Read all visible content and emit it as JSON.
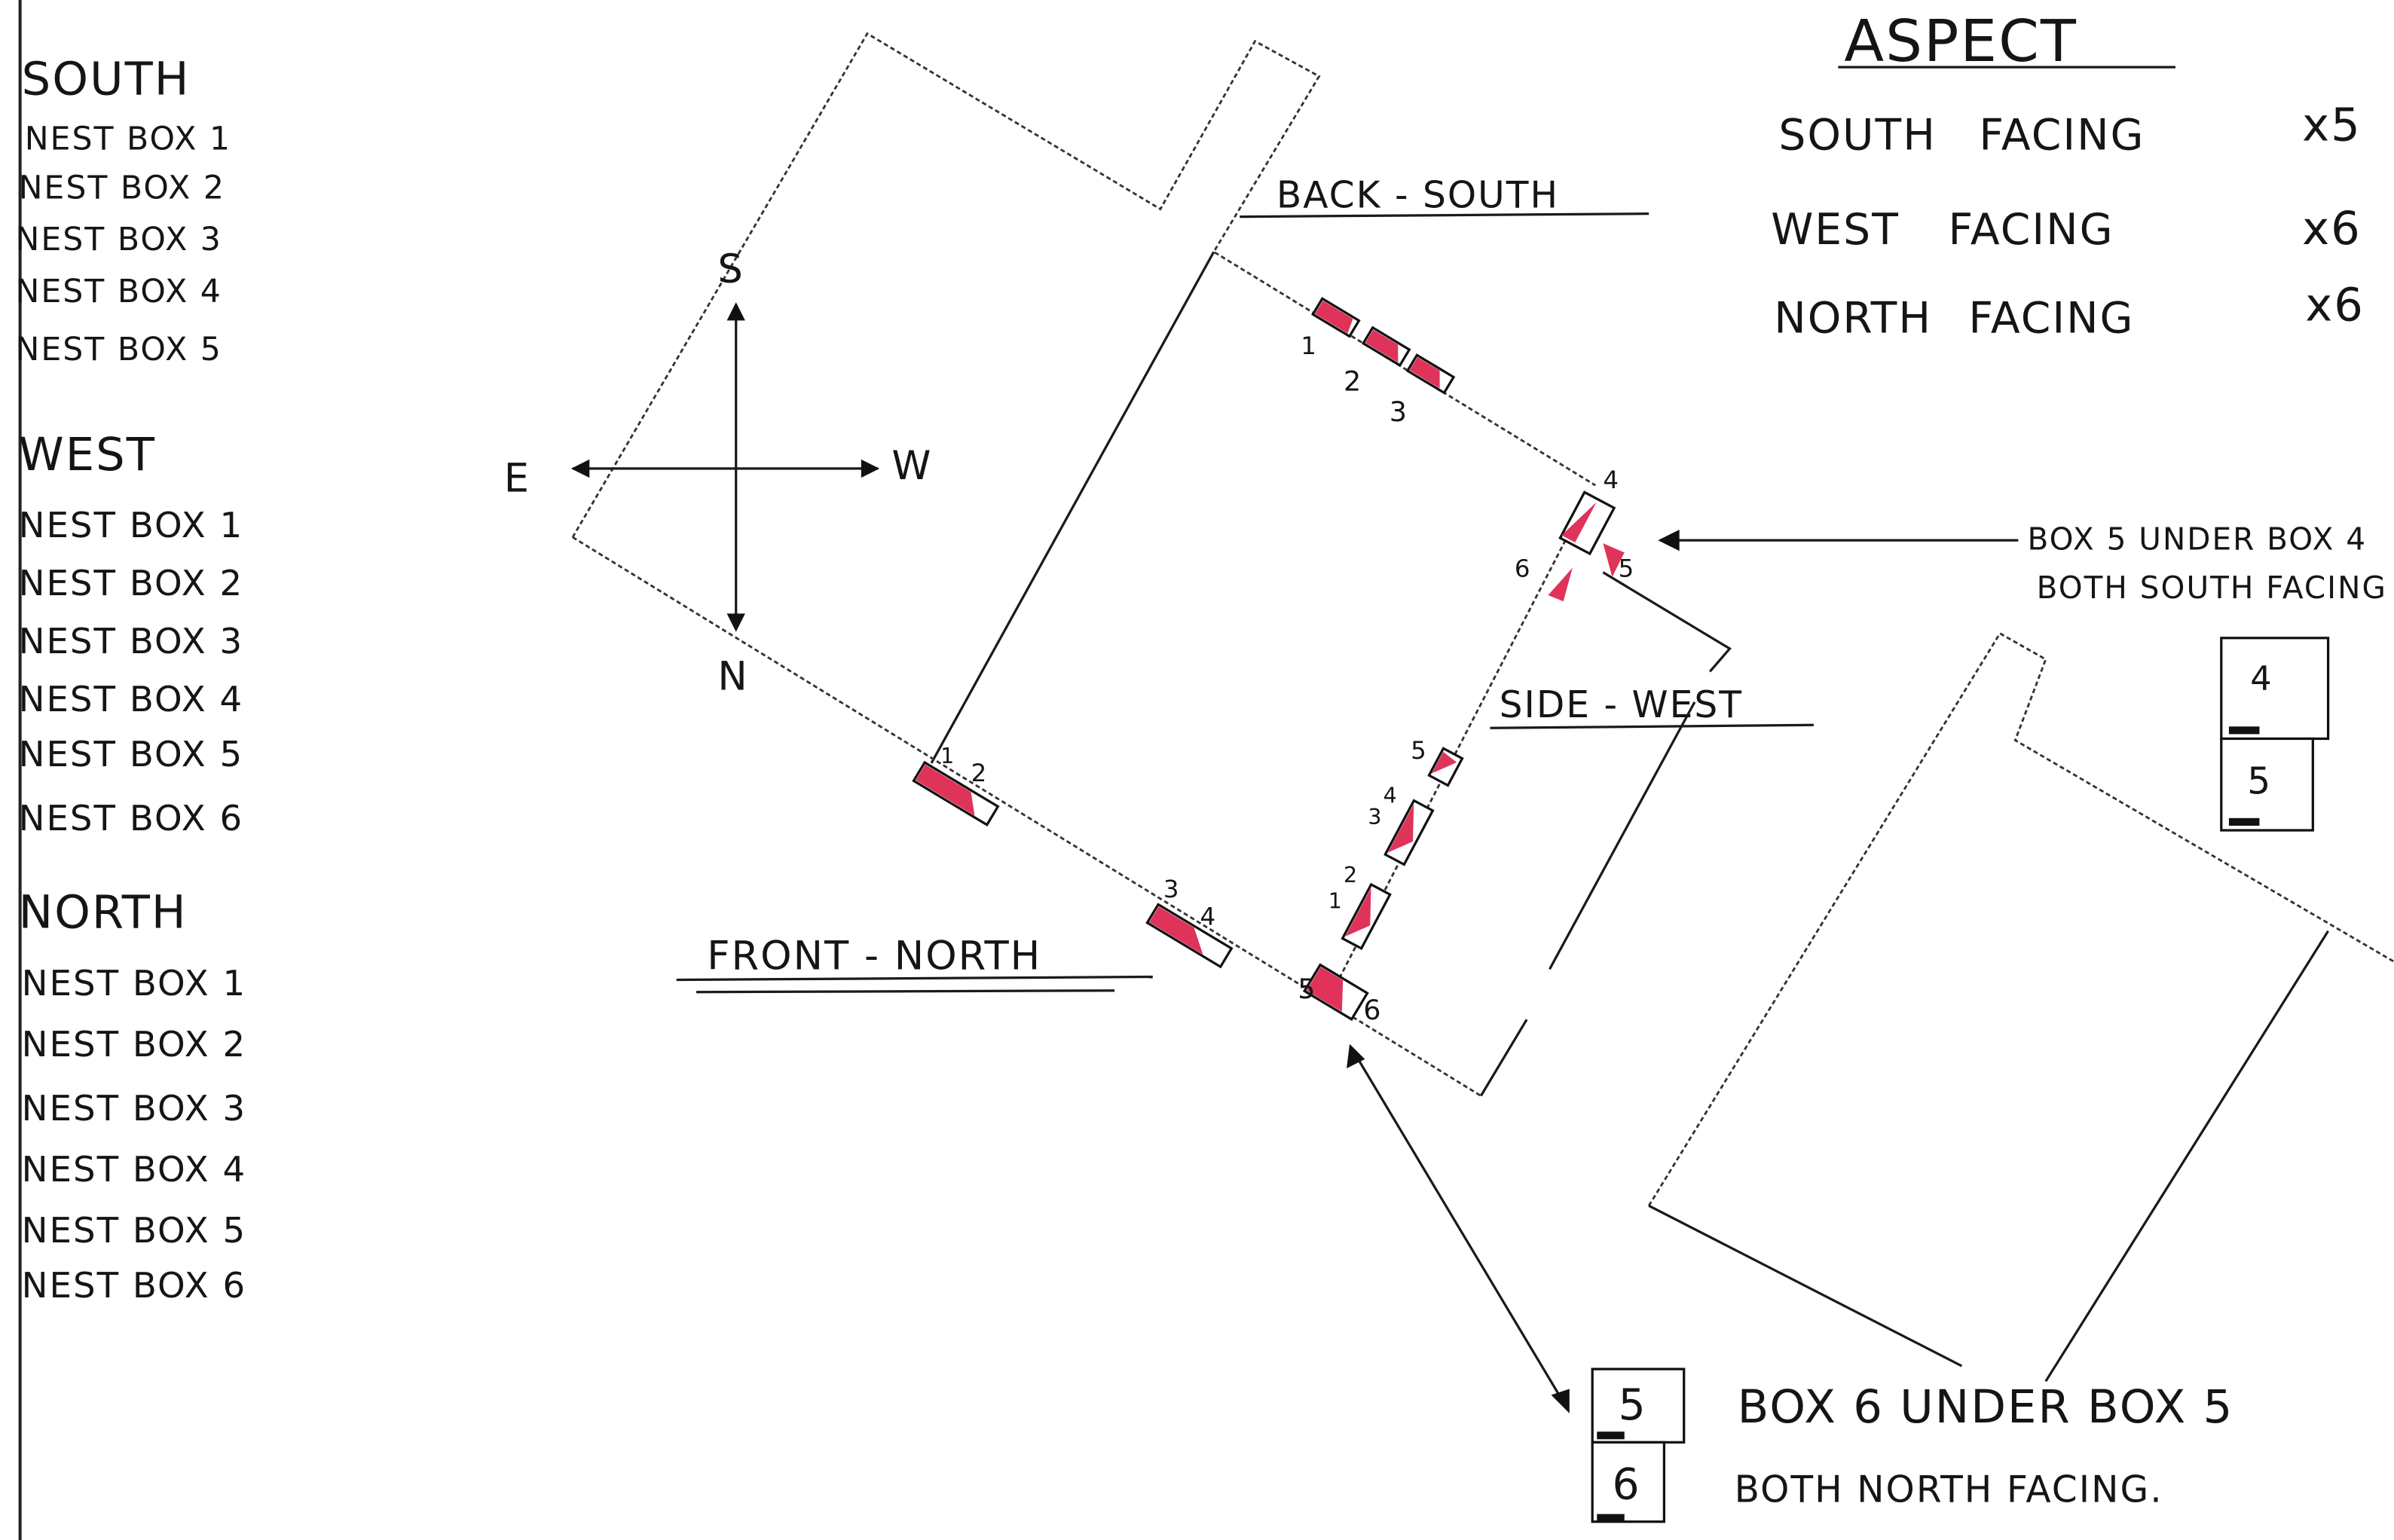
{
  "legend": {
    "south": {
      "heading": "SOUTH",
      "items": [
        "NEST BOX 1",
        "NEST BOX 2",
        "NEST BOX 3",
        "NEST BOX 4",
        "NEST BOX 5"
      ]
    },
    "west": {
      "heading": "WEST",
      "items": [
        "NEST BOX 1",
        "NEST BOX 2",
        "NEST BOX 3",
        "NEST BOX 4",
        "NEST BOX 5",
        "NEST BOX 6"
      ]
    },
    "north": {
      "heading": "NORTH",
      "items": [
        "NEST BOX 1",
        "NEST BOX 2",
        "NEST BOX 3",
        "NEST BOX 4",
        "NEST BOX 5",
        "NEST BOX 6"
      ]
    }
  },
  "aspect": {
    "title": "ASPECT",
    "rows": [
      {
        "label": "SOUTH FACING",
        "count": "x5"
      },
      {
        "label": "WEST FACING",
        "count": "x6"
      },
      {
        "label": "NORTH FACING",
        "count": "x6"
      }
    ]
  },
  "compass": {
    "n": "N",
    "s": "S",
    "e": "E",
    "w": "W"
  },
  "walls": {
    "back": "BACK - SOUTH",
    "side": "SIDE - WEST",
    "front": "FRONT - NORTH"
  },
  "box_numbers": {
    "back": [
      "1",
      "2",
      "3",
      "4",
      "5",
      "6"
    ],
    "side": [
      "1",
      "2",
      "3",
      "4",
      "5"
    ],
    "front": [
      "1",
      "2",
      "3",
      "4",
      "5",
      "6"
    ]
  },
  "notes": {
    "south_note_line1": "BOX 5 UNDER BOX 4",
    "south_note_line2": "BOTH SOUTH FACING",
    "south_stack": [
      "4",
      "5"
    ],
    "north_note_line1": "BOX 6 UNDER BOX 5",
    "north_note_line2": "BOTH NORTH FACING.",
    "north_stack": [
      "5",
      "6"
    ]
  },
  "colors": {
    "box_fill": "#e0335a",
    "ink": "#151515"
  }
}
